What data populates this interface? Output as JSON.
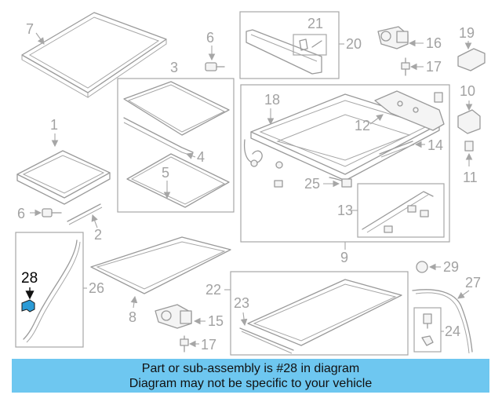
{
  "labels": [
    "7",
    "6",
    "21",
    "20",
    "16",
    "19",
    "17",
    "3",
    "18",
    "10",
    "12",
    "1",
    "4",
    "14",
    "11",
    "5",
    "25",
    "6",
    "13",
    "2",
    "9",
    "28",
    "29",
    "26",
    "27",
    "22",
    "23",
    "8",
    "15",
    "24",
    "17"
  ],
  "highlight": "28",
  "banner": {
    "line1": "Part or sub-assembly is #28 in diagram",
    "line2": "Diagram may not be specific to your vehicle"
  }
}
